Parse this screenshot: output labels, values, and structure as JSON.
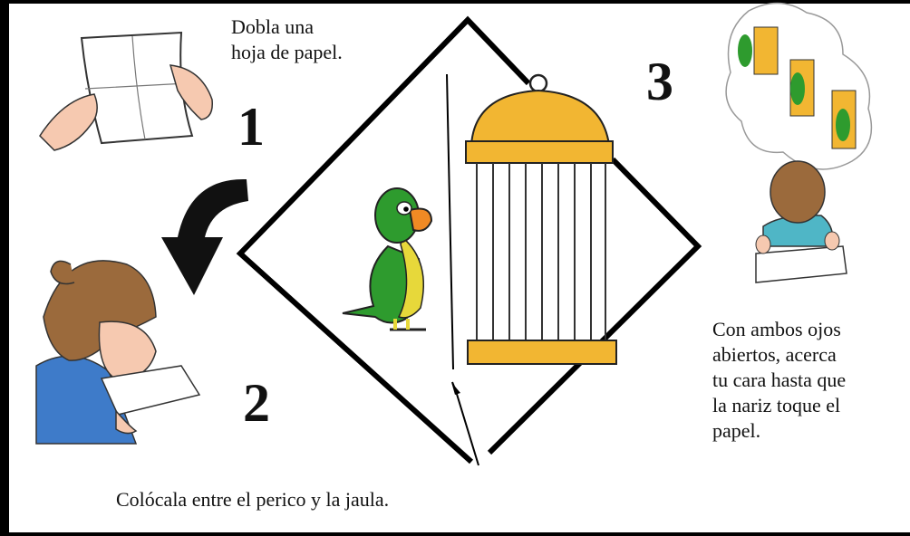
{
  "steps": {
    "step1": {
      "number": "1",
      "lines": [
        "Dobla una",
        "hoja de papel."
      ]
    },
    "step2": {
      "number": "2",
      "caption": "Colócala entre el perico y la jaula."
    },
    "step3": {
      "number": "3",
      "lines": [
        "Con ambos ojos",
        "abiertos, acerca",
        "tu cara hasta que",
        "la nariz toque el",
        "papel."
      ]
    }
  },
  "icons": {
    "paper": "folded-paper-icon",
    "arrow": "curved-arrow-icon",
    "girl": "girl-looking-icon",
    "parrot": "parrot-icon",
    "cage": "birdcage-icon",
    "boy": "boy-drawing-icon",
    "thought": "thought-bubble-icon"
  },
  "colors": {
    "cage_gold": "#F2B632",
    "parrot_green": "#2E9B2E",
    "parrot_yellow": "#E7D83A",
    "beak_orange": "#F08A24",
    "skin": "#F6C9B0",
    "hair_brown": "#9B6A3C",
    "shirt_blue": "#3E7BC9",
    "boy_shirt": "#4FB6C6"
  }
}
